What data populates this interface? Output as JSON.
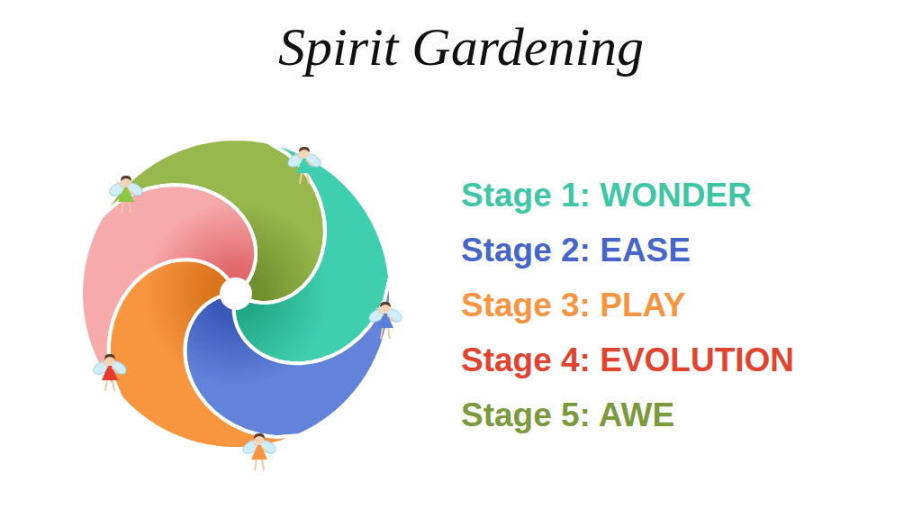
{
  "diagram": {
    "title": "Spirit Gardening",
    "labels": [
      "Stage 1: WONDER",
      "Stage 2: EASE",
      "Stage 3: PLAY",
      "Stage 4: EVOLUTION",
      "Stage 5: AWE"
    ]
  }
}
